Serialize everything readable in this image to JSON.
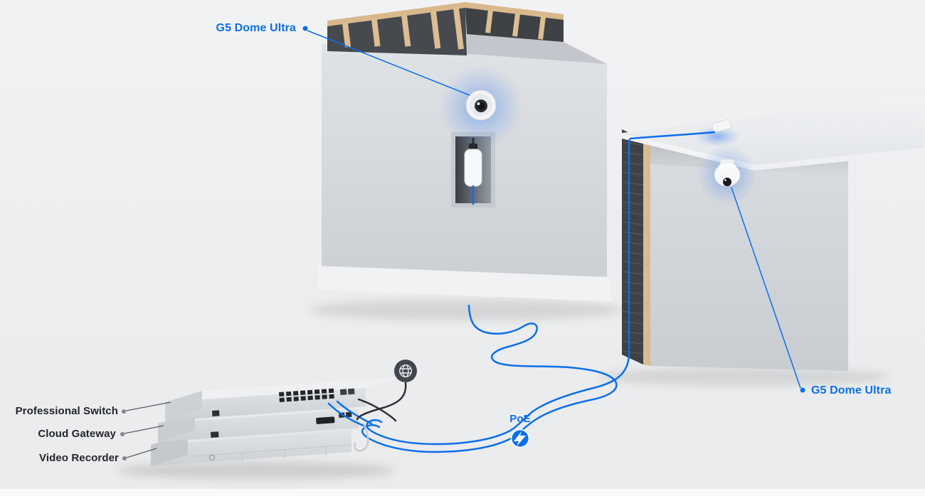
{
  "labels": {
    "camera_left": "G5 Dome Ultra",
    "camera_right": "G5 Dome Ultra",
    "poe": "PoE",
    "switch": "Professional Switch",
    "gateway": "Cloud Gateway",
    "recorder": "Video Recorder"
  },
  "colors": {
    "accent_blue": "#0d6fe8",
    "label_text": "#22262c",
    "cable_black": "#2c2f35",
    "background": "#edeff1"
  },
  "icons": {
    "globe": "internet-globe-icon",
    "poe_badge": "poe-lightning-icon"
  }
}
